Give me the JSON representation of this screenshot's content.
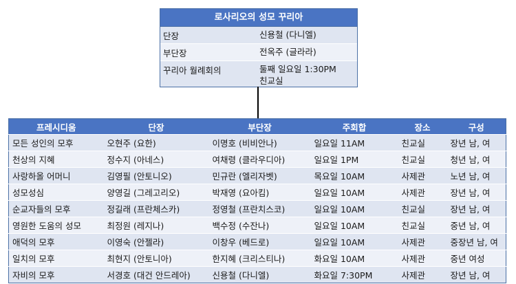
{
  "parent": {
    "title": "로사리오의 성모 꾸리아",
    "rows": [
      {
        "key": "단장",
        "value": "신용철 (다니엘)"
      },
      {
        "key": "부단장",
        "value": "전옥주 (글라라)"
      },
      {
        "key": "꾸리아 월례회의",
        "value": "둘째 일요일 1:30PM\n친교실"
      }
    ]
  },
  "table": {
    "headers": [
      "프레시디움",
      "단장",
      "부단장",
      "주회합",
      "장소",
      "구성"
    ],
    "rows": [
      [
        "모든 성인의 모후",
        "오현주 (요한)",
        "이명호 (비비안나)",
        "일요일 11AM",
        "친교실",
        "장년 남, 여"
      ],
      [
        "천상의 지혜",
        "정수지 (아네스)",
        "여채령 (클라우디아)",
        "일요일 1PM",
        "친교실",
        "청년 남, 여"
      ],
      [
        "사랑하올 어머니",
        "김영필 (안토니오)",
        "민규란 (엘리자벳)",
        "목요일 10AM",
        "사제관",
        "노년 남, 여"
      ],
      [
        "성모성심",
        "양영길 (그레고리오)",
        "박재영 (요아킴)",
        "일요일 10AM",
        "사제관",
        "장년 남, 여"
      ],
      [
        "순교자들의 모후",
        "정길래 (프란체스카)",
        "정영철 (프란치스코)",
        "일요일 10AM",
        "친교실",
        "장년 남, 여"
      ],
      [
        "영원한 도움의 성모",
        "최정원 (레지나)",
        "백수정 (수잔나)",
        "일요일 10AM",
        "친교실",
        "중년 남, 여"
      ],
      [
        "애덕의 모후",
        "이영숙 (안젤라)",
        "이창우 (베드로)",
        "일요일 10AM",
        "사제관",
        "중장년 남, 여"
      ],
      [
        "일치의 모후",
        "최현지 (안토니아)",
        "한지혜 (크리스티나)",
        "화요일 10AM",
        "사제관",
        "중년 여성"
      ],
      [
        "자비의 모후",
        "서경호 (대건 안드레아)",
        "신용철 (다니엘)",
        "화요일 7:30PM",
        "사제관",
        "장년 남, 여"
      ]
    ]
  }
}
